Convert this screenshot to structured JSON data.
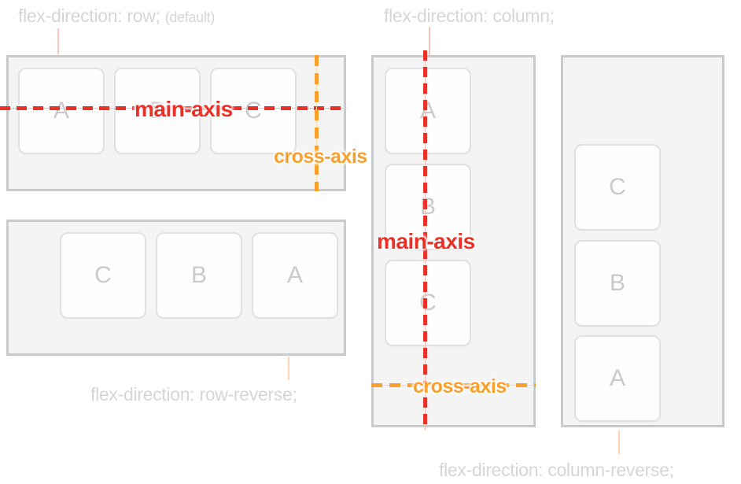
{
  "panels": {
    "row": {
      "label": "flex-direction: row;",
      "note": "(default)",
      "items": [
        "A",
        "B",
        "C"
      ]
    },
    "row_reverse": {
      "label": "flex-direction: row-reverse;",
      "items": [
        "C",
        "B",
        "A"
      ]
    },
    "column": {
      "label": "flex-direction: column;",
      "items": [
        "A",
        "B",
        "C"
      ]
    },
    "column_reverse": {
      "label": "flex-direction: column-reverse;",
      "items": [
        "C",
        "B",
        "A"
      ]
    }
  },
  "axis_labels": {
    "main": "main-axis",
    "cross": "cross-axis"
  },
  "colors": {
    "main_axis": "#e93128",
    "main_axis_thin": "#f6beb6",
    "cross_axis": "#f9a02c",
    "cross_axis_thin": "#fbd9ab",
    "container_border": "#c9cacc",
    "container_fill": "#f4f4f5",
    "box_border": "#e0e1e3",
    "box_fill": "#fdfdfe",
    "item_letter": "#c9cacc",
    "label_text": "#d6d6d8",
    "connector_pink": "#f8c6bc",
    "connector_peach": "#fbd2b4"
  }
}
